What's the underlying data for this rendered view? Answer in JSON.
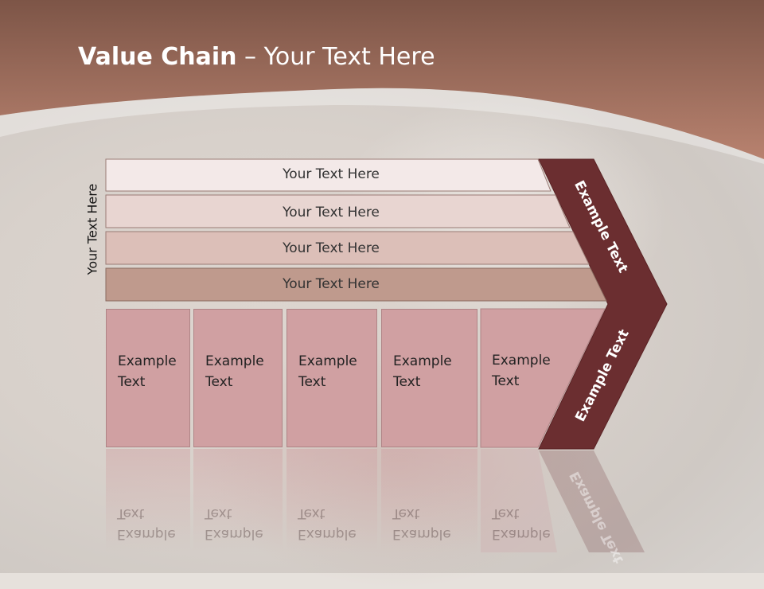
{
  "title": {
    "bold": "Value Chain",
    "rest": " – Your Text Here"
  },
  "side_label": "Your Text Here",
  "bars": [
    {
      "label": "Your Text Here"
    },
    {
      "label": "Your Text Here"
    },
    {
      "label": "Your Text Here"
    },
    {
      "label": "Your Text Here"
    }
  ],
  "boxes": [
    {
      "line1": "Example",
      "line2": "Text"
    },
    {
      "line1": "Example",
      "line2": "Text"
    },
    {
      "line1": "Example",
      "line2": "Text"
    },
    {
      "line1": "Example",
      "line2": "Text"
    },
    {
      "line1": "Example",
      "line2": "Text"
    }
  ],
  "chevron": {
    "upper_label": "Example Text",
    "lower_label": "Example Text"
  },
  "colors": {
    "header": "#9c6a5c",
    "bar1": "#f3e9e8",
    "bar2": "#e8d5d1",
    "bar3": "#dcbfb8",
    "bar4": "#bf9a8d",
    "box": "#d0a0a2",
    "chevron": "#6b2e30"
  }
}
